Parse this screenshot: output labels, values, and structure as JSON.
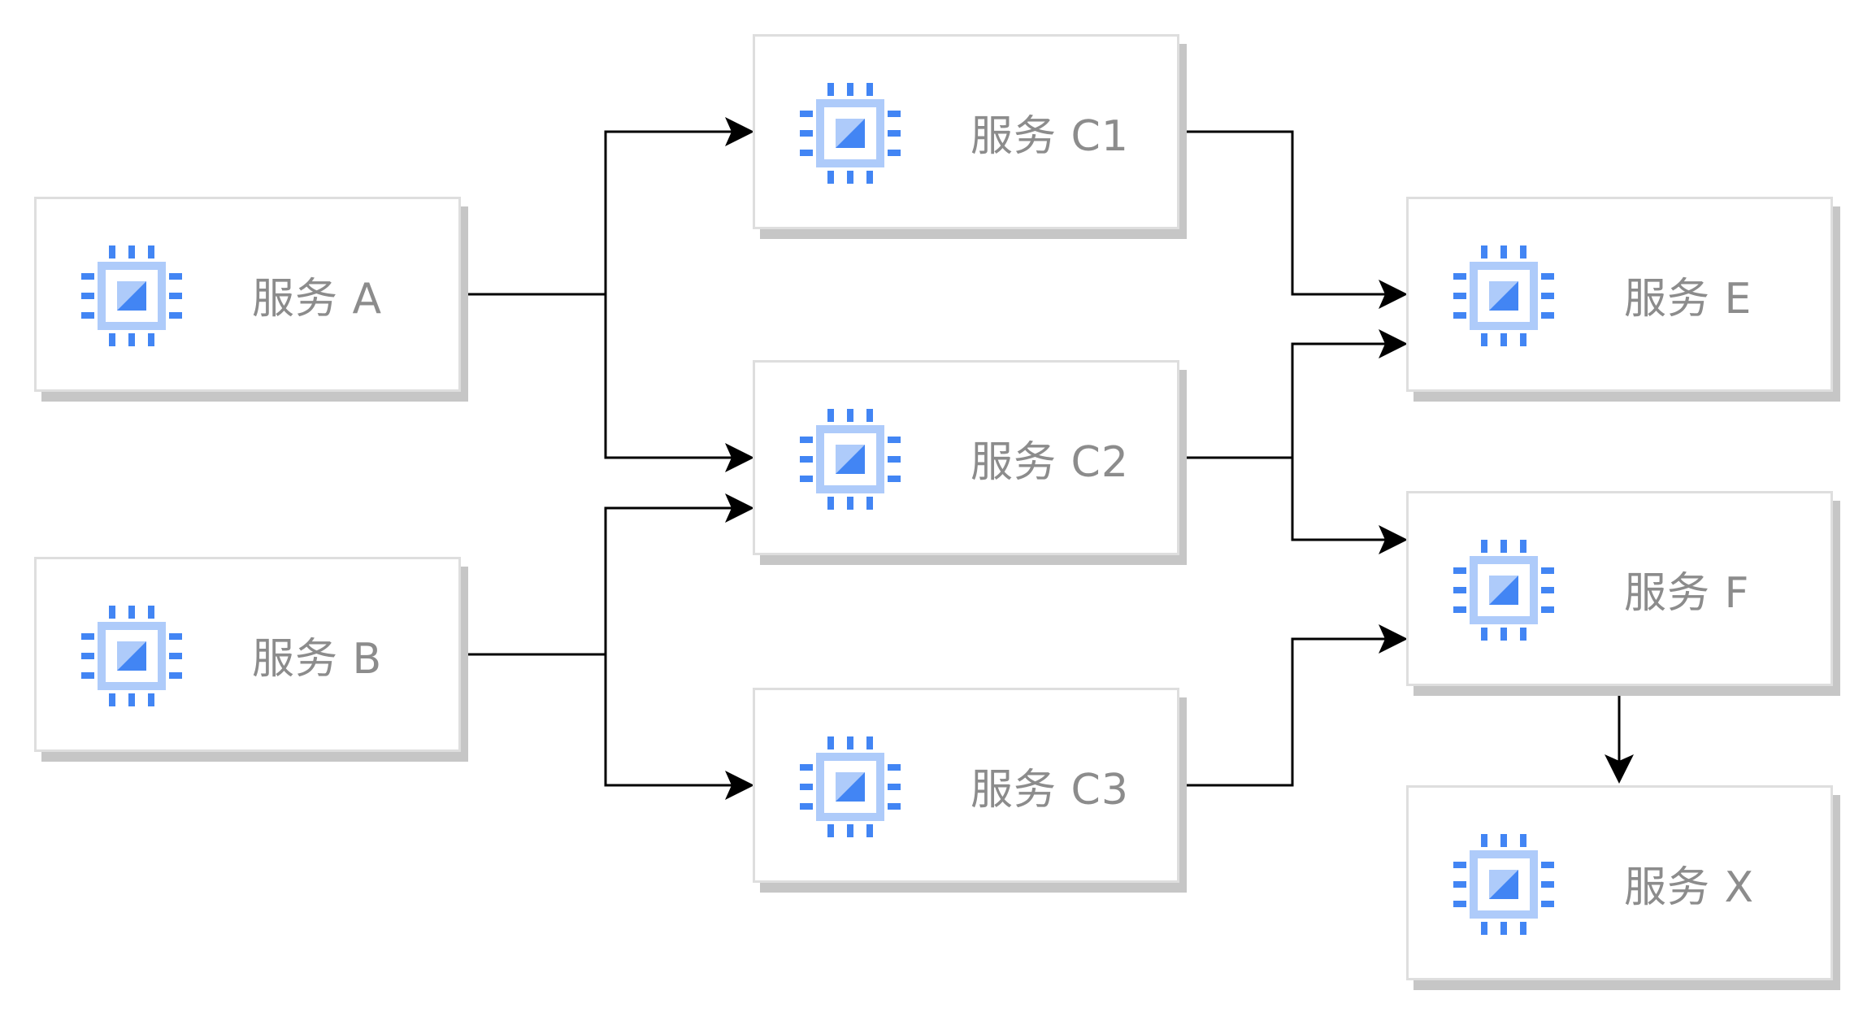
{
  "diagram": {
    "nodes": {
      "a": {
        "label": "服务 A"
      },
      "b": {
        "label": "服务 B"
      },
      "c1": {
        "label": "服务 C1"
      },
      "c2": {
        "label": "服务 C2"
      },
      "c3": {
        "label": "服务 C3"
      },
      "e": {
        "label": "服务 E"
      },
      "f": {
        "label": "服务 F"
      },
      "x": {
        "label": "服务 X"
      }
    },
    "icon": "processor-chip-icon",
    "edges": [
      {
        "from": "服务 A",
        "to": "服务 C1"
      },
      {
        "from": "服务 A",
        "to": "服务 C2"
      },
      {
        "from": "服务 B",
        "to": "服务 C2"
      },
      {
        "from": "服务 B",
        "to": "服务 C3"
      },
      {
        "from": "服务 C1",
        "to": "服务 E"
      },
      {
        "from": "服务 C2",
        "to": "服务 E"
      },
      {
        "from": "服务 C2",
        "to": "服务 F"
      },
      {
        "from": "服务 C3",
        "to": "服务 F"
      },
      {
        "from": "服务 F",
        "to": "服务 X"
      }
    ],
    "colors": {
      "chip_dark": "#4285f4",
      "chip_light": "#aecbfa",
      "box_border": "#dedede",
      "box_shadow": "#c6c6c6",
      "label_text": "#8c8c8c",
      "connector": "#000000"
    }
  }
}
